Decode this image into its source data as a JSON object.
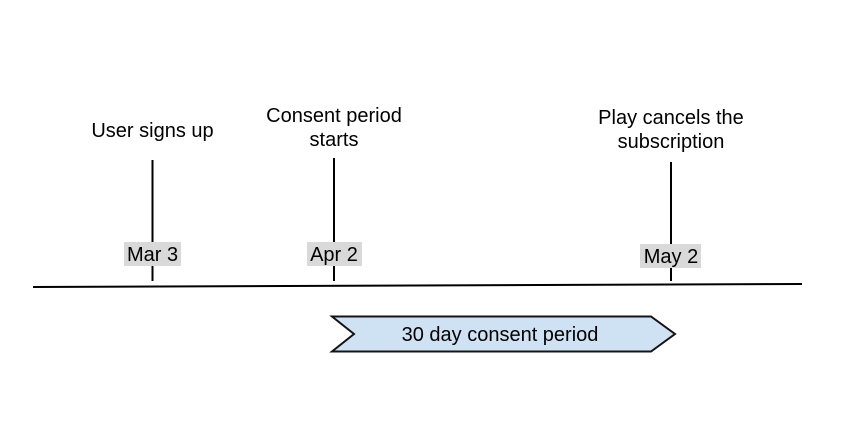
{
  "colors": {
    "background": "#ffffff",
    "line": "#000000",
    "text": "#000000",
    "date_badge_bg": "#d9d9d9",
    "arrow_fill": "#cfe2f3",
    "arrow_stroke": "#141414"
  },
  "events": [
    {
      "title_lines": [
        "User signs up"
      ],
      "date": "Mar 3"
    },
    {
      "title_lines": [
        "Consent period",
        "starts"
      ],
      "date": "Apr 2"
    },
    {
      "title_lines": [
        "Play cancels the",
        "subscription"
      ],
      "date": "May 2"
    }
  ],
  "consent_period": {
    "label": "30 day consent period"
  }
}
